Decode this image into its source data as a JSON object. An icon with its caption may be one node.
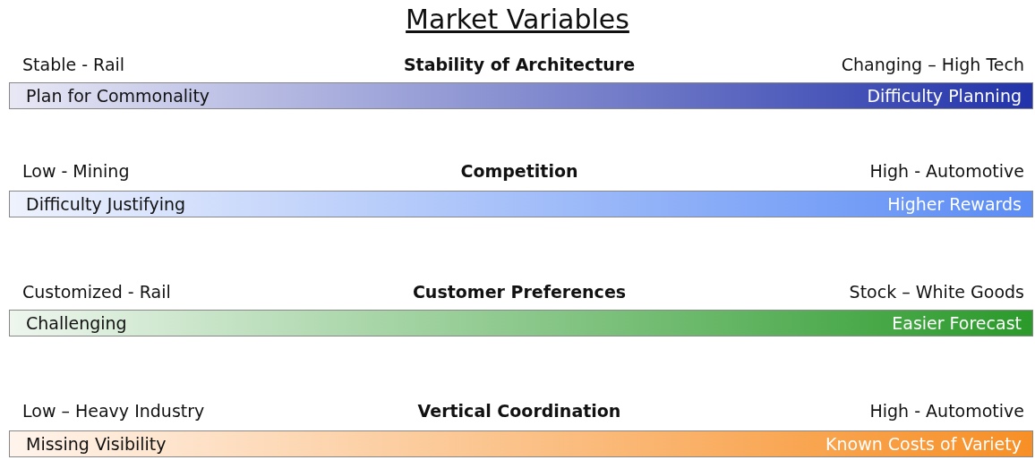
{
  "diagram": {
    "title": "Market Variables",
    "nodes": [
      {
        "text": [
          "Stability of Architecture",
          "Plan for Commonality",
          "Difficulty Planning"
        ],
        "beside": [
          "Stable - Rail",
          "Changing – High Tech"
        ]
      },
      {
        "text": [
          "Competition",
          "Difficulty Justifying",
          "Higher Rewards"
        ],
        "beside": [
          "Low - Mining",
          "High - Automotive"
        ]
      },
      {
        "text": [
          "Customer Preferences",
          "Challenging",
          "Easier Forecast"
        ],
        "beside": [
          "Customized - Rail",
          "Stock – White Goods"
        ]
      },
      {
        "text": [
          "Vertical Coordination",
          "Missing Visibility",
          "Known Costs of Variety"
        ],
        "beside": [
          "Low – Heavy Industry",
          "High - Automotive"
        ]
      }
    ],
    "edges": []
  }
}
